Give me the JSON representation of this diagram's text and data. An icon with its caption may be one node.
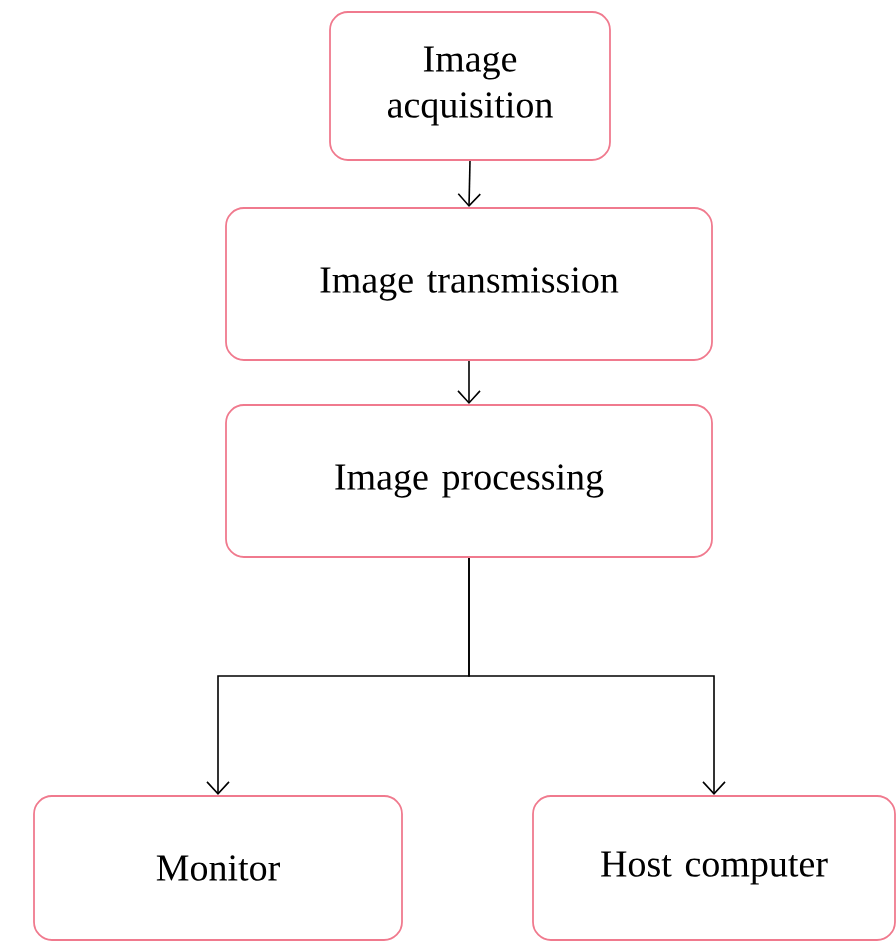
{
  "diagram": {
    "nodes": [
      {
        "text": [
          "Image acquisition"
        ]
      },
      {
        "text": [
          "Image transmission"
        ]
      },
      {
        "text": [
          "Image processing"
        ]
      },
      {
        "text": [
          "Monitor"
        ]
      },
      {
        "text": [
          "Host computer"
        ]
      }
    ],
    "edges": [
      {
        "from": 0,
        "to": 1,
        "arrow": "to"
      },
      {
        "from": 1,
        "to": 2,
        "arrow": "to"
      },
      {
        "from": 2,
        "to": 3,
        "arrow": "to"
      },
      {
        "from": 2,
        "to": 4,
        "arrow": "to"
      }
    ]
  }
}
